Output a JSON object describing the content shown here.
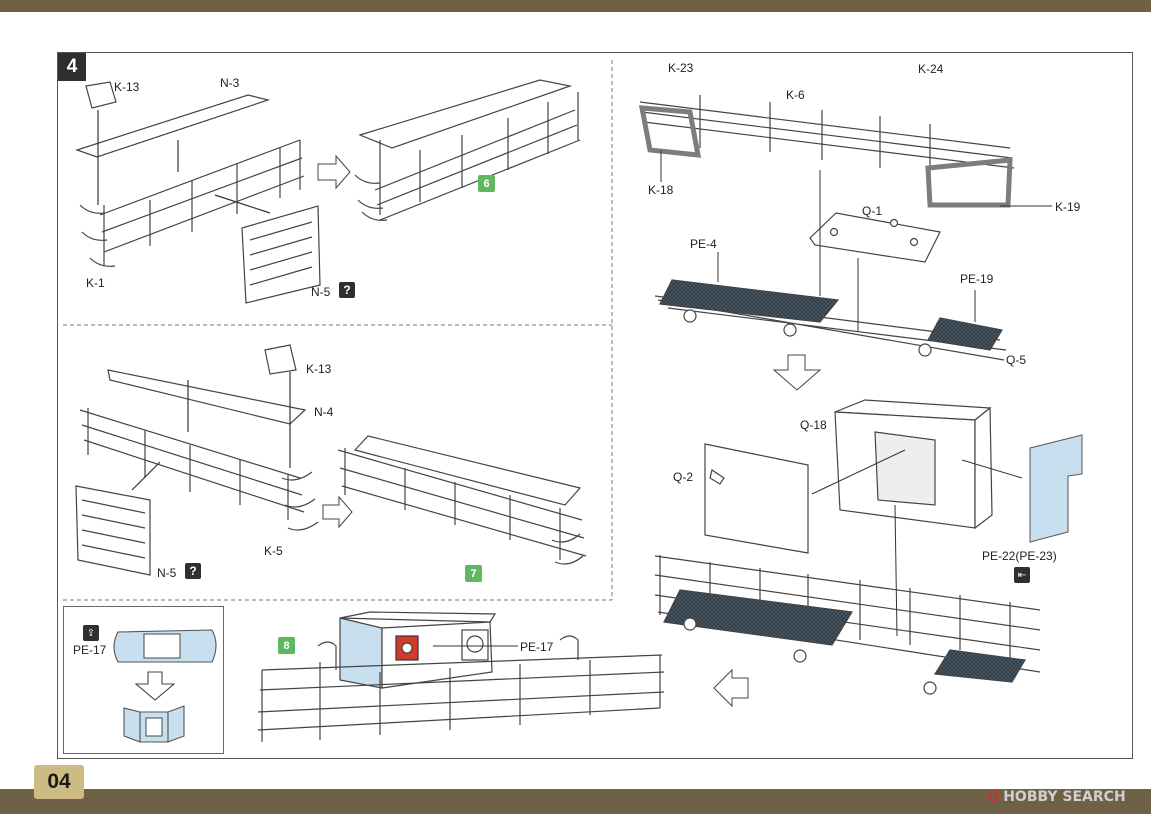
{
  "page_number": "04",
  "step_number": "4",
  "substeps": {
    "s6": "6",
    "s7": "7",
    "s8": "8"
  },
  "qmark": "?",
  "labels": {
    "k13_top": "K-13",
    "n3": "N-3",
    "k1": "K-1",
    "n5_top": "N-5",
    "k23": "K-23",
    "k6": "K-6",
    "k24": "K-24",
    "k18": "K-18",
    "k19": "K-19",
    "q1": "Q-1",
    "pe4": "PE-4",
    "pe19": "PE-19",
    "q5": "Q-5",
    "k13_mid": "K-13",
    "n4": "N-4",
    "n5_mid": "N-5",
    "k5": "K-5",
    "q18": "Q-18",
    "q2": "Q-2",
    "pe22": "PE-22(PE-23)",
    "pe17_inset": "PE-17",
    "pe17_main": "PE-17"
  },
  "watermark": {
    "logo": "⛭",
    "text": "HOBBY SEARCH"
  },
  "colors": {
    "band": "#6f6146",
    "page_tab": "#cdbb84",
    "step_green": "#5fb760",
    "photo_etch": "#c8dff0",
    "mesh": "#2e3a44",
    "highlight_grey": "#7d7d7d",
    "red_part": "#d43a2c"
  },
  "icons": [
    "flip-icon",
    "arrow-right-icon",
    "arrow-down-icon",
    "arrow-left-icon",
    "question-icon"
  ]
}
